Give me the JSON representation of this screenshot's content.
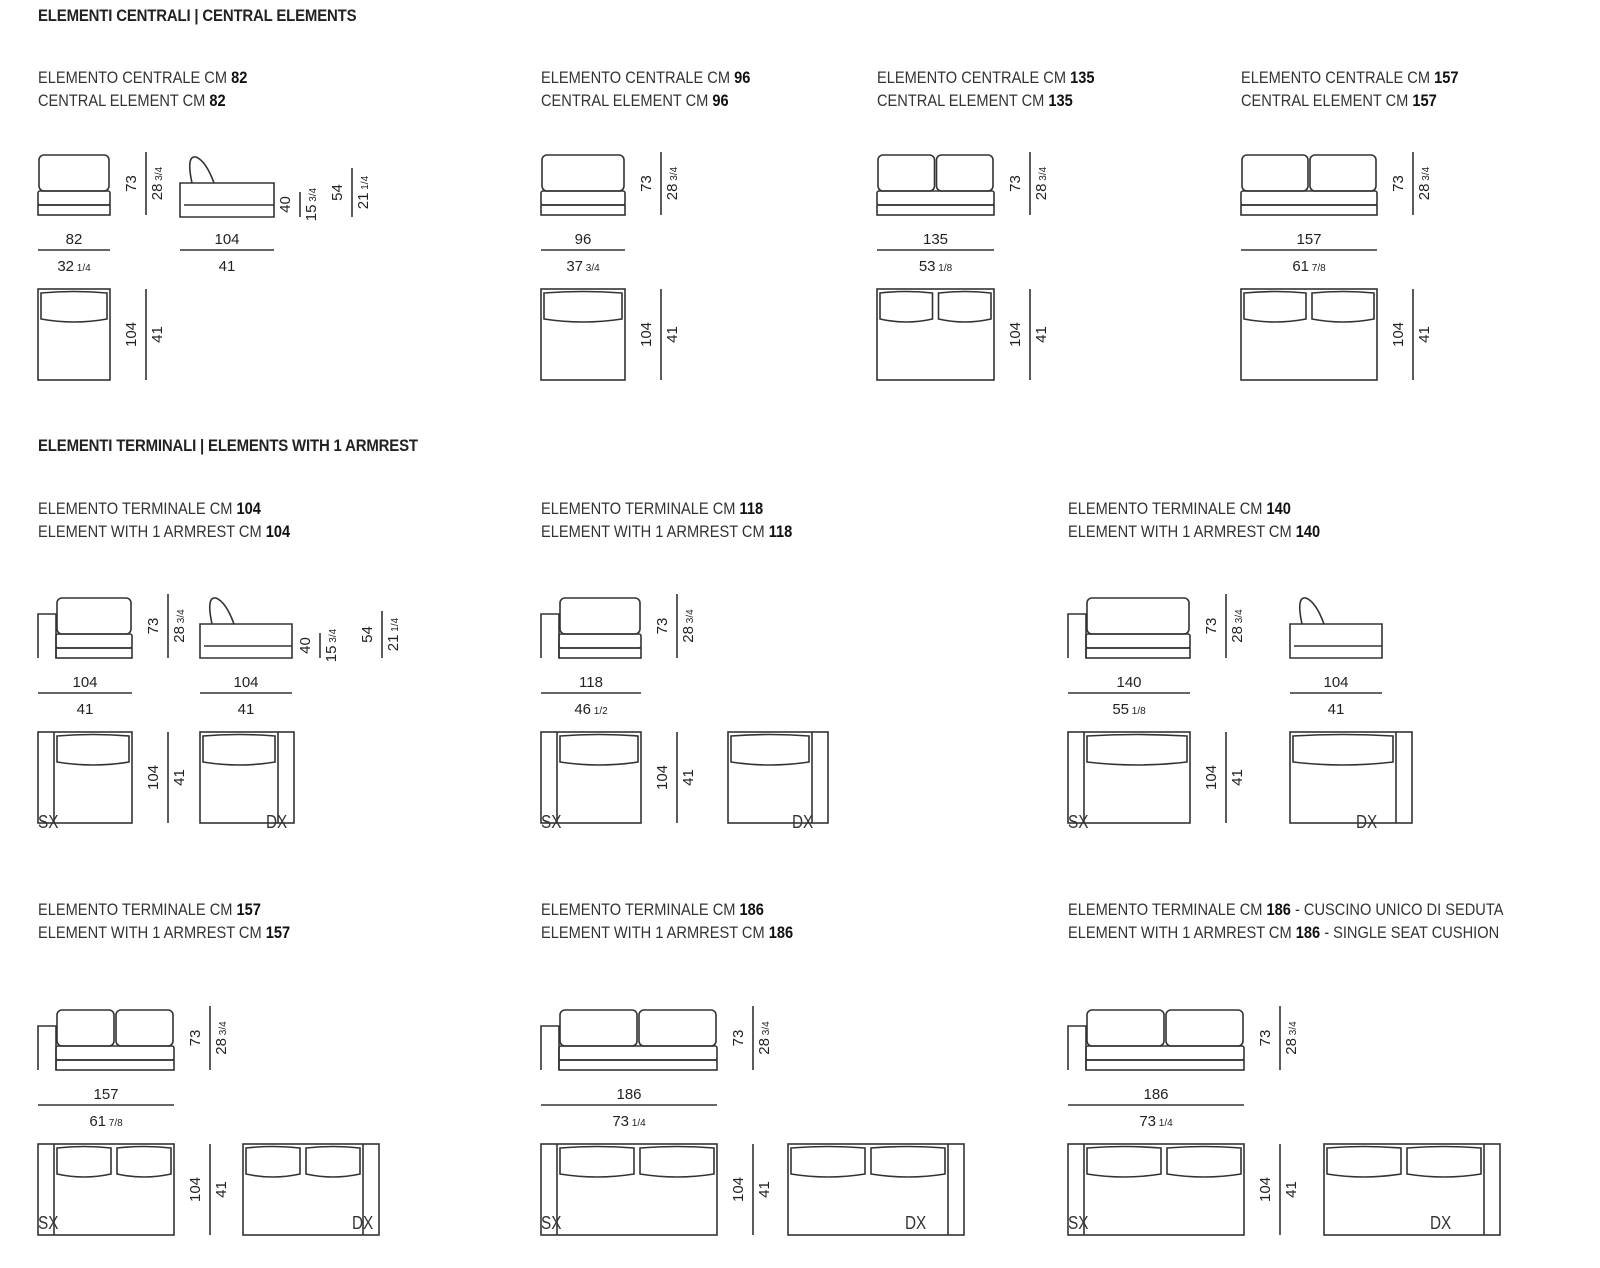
{
  "sections": {
    "central": "ELEMENTI CENTRALI | CENTRAL ELEMENTS",
    "terminal": "ELEMENTI TERMINALI | ELEMENTS WITH 1 ARMREST"
  },
  "central": [
    {
      "it_prefix": "ELEMENTO CENTRALE CM ",
      "en_prefix": "CENTRAL ELEMENT CM ",
      "size": "82",
      "width_cm": "82",
      "width_in": "32 1/4"
    },
    {
      "it_prefix": "ELEMENTO CENTRALE CM ",
      "en_prefix": "CENTRAL ELEMENT CM ",
      "size": "96",
      "width_cm": "96",
      "width_in": "37 3/4"
    },
    {
      "it_prefix": "ELEMENTO CENTRALE CM ",
      "en_prefix": "CENTRAL ELEMENT CM ",
      "size": "135",
      "width_cm": "135",
      "width_in": "53 1/8"
    },
    {
      "it_prefix": "ELEMENTO CENTRALE CM ",
      "en_prefix": "CENTRAL ELEMENT CM ",
      "size": "157",
      "width_cm": "157",
      "width_in": "61 7/8"
    }
  ],
  "terminal": [
    {
      "it_prefix": "ELEMENTO TERMINALE CM ",
      "en_prefix": "ELEMENT WITH 1 ARMREST CM ",
      "size": "104",
      "it_suffix": "",
      "en_suffix": "",
      "width_cm": "104",
      "width_in": "41"
    },
    {
      "it_prefix": "ELEMENTO TERMINALE CM ",
      "en_prefix": "ELEMENT WITH 1 ARMREST CM ",
      "size": "118",
      "it_suffix": "",
      "en_suffix": "",
      "width_cm": "118",
      "width_in": "46 1/2"
    },
    {
      "it_prefix": "ELEMENTO TERMINALE CM ",
      "en_prefix": "ELEMENT WITH 1 ARMREST CM ",
      "size": "140",
      "it_suffix": "",
      "en_suffix": "",
      "width_cm": "140",
      "width_in": "55 1/8"
    },
    {
      "it_prefix": "ELEMENTO TERMINALE CM ",
      "en_prefix": "ELEMENT WITH 1 ARMREST CM ",
      "size": "157",
      "it_suffix": "",
      "en_suffix": "",
      "width_cm": "157",
      "width_in": "61 7/8"
    },
    {
      "it_prefix": "ELEMENTO TERMINALE CM ",
      "en_prefix": "ELEMENT WITH 1 ARMREST CM ",
      "size": "186",
      "it_suffix": "",
      "en_suffix": "",
      "width_cm": "186",
      "width_in": "73 1/4"
    },
    {
      "it_prefix": "ELEMENTO TERMINALE CM ",
      "en_prefix": "ELEMENT WITH 1 ARMREST CM ",
      "size": "186",
      "it_suffix": " - CUSCINO UNICO DI SEDUTA",
      "en_suffix": " - SINGLE SEAT CUSHION",
      "width_cm": "186",
      "width_in": "73 1/4"
    }
  ],
  "dims": {
    "height_cm": "73",
    "height_in": "28 3/4",
    "depth_cm": "104",
    "depth_in": "41",
    "seat_cm": "40",
    "seat_in": "15 3/4",
    "arm_cm": "54",
    "arm_in": "21 1/4"
  },
  "labels": {
    "left": "SX",
    "right": "DX"
  }
}
